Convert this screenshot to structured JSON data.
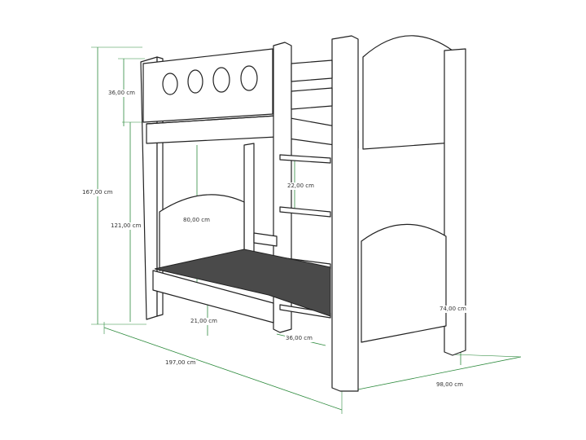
{
  "diagram": {
    "colors": {
      "dimension_line": "#2e8b3e",
      "outline": "#222222",
      "mattress": "#4a4a4a"
    },
    "dimensions": {
      "total_height": "167,00 cm",
      "guard_height": "36,00 cm",
      "upper_bed_height": "121,00 cm",
      "lower_clearance": "80,00 cm",
      "ladder_step": "22,00 cm",
      "floor_clearance": "21,00 cm",
      "ladder_width": "36,00 cm",
      "headboard_height": "74,00 cm",
      "length": "197,00 cm",
      "width": "98,00 cm"
    }
  }
}
